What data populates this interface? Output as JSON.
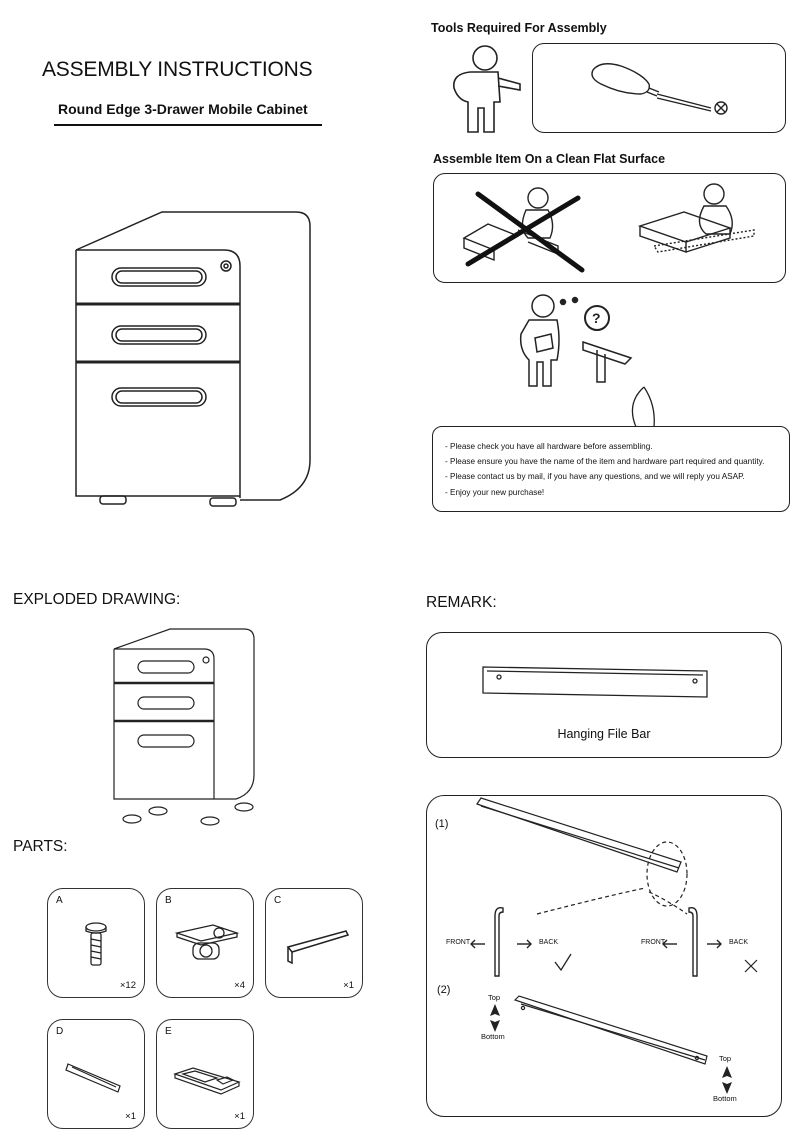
{
  "header": {
    "title": "ASSEMBLY INSTRUCTIONS",
    "subtitle": "Round Edge 3-Drawer Mobile Cabinet"
  },
  "tools": {
    "heading": "Tools Required For Assembly",
    "tool_icon": "screwdriver-icon"
  },
  "surface": {
    "heading": "Assemble Item On a Clean Flat Surface"
  },
  "notes": [
    "- Please check you have all hardware before assembling.",
    "- Please ensure you have the name of the item and hardware part required and quantity.",
    "- Please contact us by mail, if you have any questions, and we will reply you ASAP.",
    "- Enjoy your new purchase!"
  ],
  "exploded": {
    "heading": "EXPLODED DRAWING:"
  },
  "remark": {
    "heading": "REMARK:",
    "bar_label": "Hanging File Bar",
    "step1": "(1)",
    "step2": "(2)",
    "front": "FRONT",
    "back": "BACK",
    "top": "Top",
    "bottom": "Bottom"
  },
  "parts": {
    "heading": "PARTS:",
    "items": [
      {
        "label": "A",
        "qty": "×12",
        "icon": "screw-icon"
      },
      {
        "label": "B",
        "qty": "×4",
        "icon": "caster-wheel-icon"
      },
      {
        "label": "C",
        "qty": "×1",
        "icon": "hex-key-icon"
      },
      {
        "label": "D",
        "qty": "×1",
        "icon": "hanging-bar-icon"
      },
      {
        "label": "E",
        "qty": "×1",
        "icon": "pencil-tray-icon"
      }
    ]
  }
}
